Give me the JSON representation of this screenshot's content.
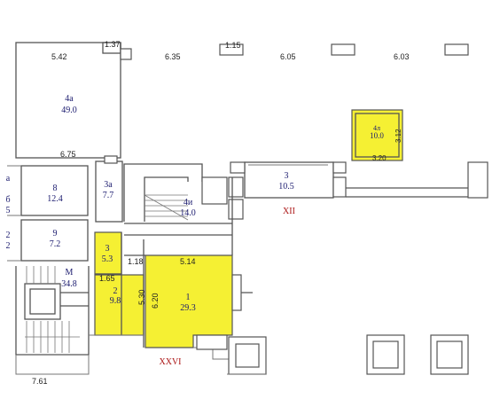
{
  "colors": {
    "highlight": "#f5f033",
    "room_label": "#1a1a6e",
    "axis_label": "#aa1111",
    "wall": "#555555"
  },
  "rooms": [
    {
      "id": "4a",
      "number": "4а",
      "area": "49.0",
      "highlighted": false
    },
    {
      "id": "4l",
      "number": "4л",
      "area": "10.0",
      "highlighted": false
    },
    {
      "id": "3-right",
      "number": "3",
      "area": "10.5",
      "highlighted": false
    },
    {
      "id": "8",
      "number": "8",
      "area": "12.4",
      "highlighted": false
    },
    {
      "id": "3a",
      "number": "3а",
      "area": "7.7",
      "highlighted": false
    },
    {
      "id": "4i",
      "number": "4и",
      "area": "14.0",
      "highlighted": false
    },
    {
      "id": "9",
      "number": "9",
      "area": "7.2",
      "highlighted": false
    },
    {
      "id": "3-yellow",
      "number": "3",
      "area": "5.3",
      "highlighted": true
    },
    {
      "id": "M",
      "number": "М",
      "area": "34.8",
      "highlighted": false
    },
    {
      "id": "2",
      "number": "2",
      "area": "9.8",
      "highlighted": true
    },
    {
      "id": "1",
      "number": "1",
      "area": "29.3",
      "highlighted": true
    }
  ],
  "edge_labels": [
    "а",
    "б",
    "5",
    "2",
    "2"
  ],
  "dimensions": [
    "1.37",
    "1.15",
    "5.42",
    "6.35",
    "6.05",
    "6.03",
    "6.75",
    "3.12",
    "3.20",
    "1.18",
    "5.14",
    "1.65",
    "5.30",
    "6.20",
    "7.61"
  ],
  "axes": [
    "XII",
    "XXVI"
  ]
}
